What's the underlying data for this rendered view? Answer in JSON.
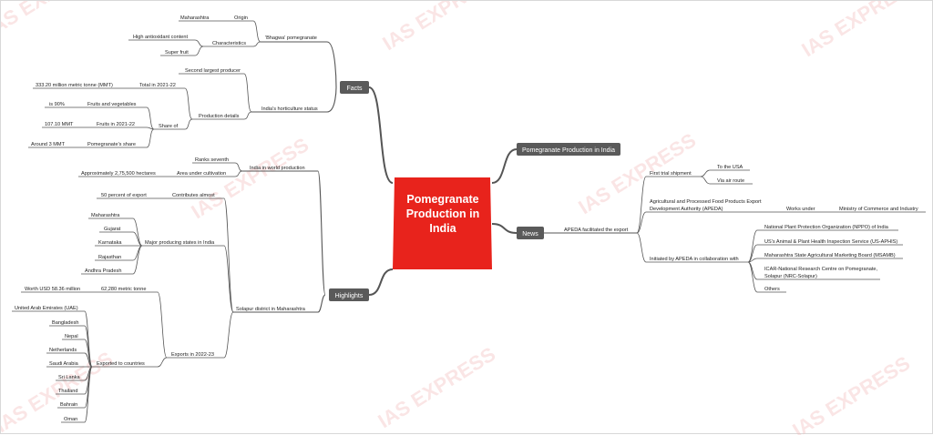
{
  "center": {
    "lines": [
      "Pomegranate",
      "Production in",
      "India"
    ],
    "color": "#e8231c"
  },
  "watermark": "IAS EXPRESS",
  "branches": {
    "facts": "Facts",
    "highlights": "Highlights",
    "pomegranate_production": "Pomegranate Production in India",
    "news": "News"
  },
  "facts": {
    "bhagwa": "'Bhagwa' pomegranate",
    "origin": "Origin",
    "maharashtra": "Maharashtra",
    "characteristics": "Characteristics",
    "antioxidant": "High antioxidant content",
    "superfruit": "Super fruit",
    "horticulture": "India's horticulture status",
    "second_largest": "Second largest producer",
    "production_details": "Production details",
    "total": "Total in 2021-22",
    "total_val": "333.20 million metric tonne (MMT)",
    "share_of": "Share of",
    "fruits_veg": "Fruits and vegetables",
    "fruits_veg_val": "is 90%",
    "fruits_2122": "Fruits in 2021-22",
    "fruits_2122_val": "107.10 MMT",
    "pom_share": "Pomegranate's share",
    "pom_share_val": "Around 3 MMT"
  },
  "highlights": {
    "world": "India in world production",
    "ranks": "Ranks seventh",
    "area": "Area under cultivation",
    "area_val": "Approximately 2,75,500 hectares",
    "solapur": "Solapur district in Maharashtra",
    "contributes": "Contributes almost",
    "contributes_val": "50 percent of export",
    "states_label": "Major producing states in India",
    "states": [
      "Maharashtra",
      "Gujarat",
      "Karnataka",
      "Rajasthan",
      "Andhra Pradesh"
    ],
    "exports": "Exports in 2022-23",
    "tonne": "62,280 metric tonne",
    "worth": "Worth USD 58.36 million",
    "exported_to": "Exported to countries",
    "countries": [
      "United Arab Emirates (UAE)",
      "Bangladesh",
      "Nepal",
      "Netherlands",
      "Saudi Arabia",
      "Sri Lanka",
      "Thailand",
      "Bahrain",
      "Oman"
    ]
  },
  "news": {
    "apeda": "APEDA facilitated the export",
    "first_trial": "First trial shipment",
    "to_usa": "To the USA",
    "via_air": "Via air route",
    "apeda_full_1": "Agricultural and Processed Food Products Export",
    "apeda_full_2": "Development Authority (APEDA)",
    "works_under": "Works under",
    "ministry": "Ministry of Commerce and Industry",
    "initiated": "Initiated by APEDA in collaboration with",
    "partners": [
      [
        "National Plant Protection Organization (NPPO) of India"
      ],
      [
        "US's Animal & Plant Health Inspection Service (US-APHIS)"
      ],
      [
        "Maharashtra State Agricultural Marketing Board (MSAMB)"
      ],
      [
        "ICAR-National Research Centre on Pomegranate,",
        "Solapur (NRC-Solapur)"
      ],
      [
        "Others"
      ]
    ]
  },
  "colors": {
    "branch_node": "#5a5a5a",
    "line": "#555555"
  }
}
